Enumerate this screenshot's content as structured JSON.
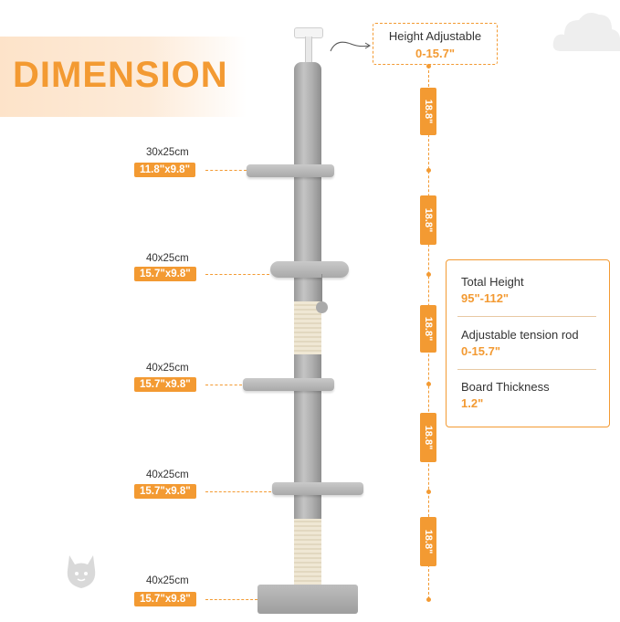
{
  "title": "DIMENSION",
  "height_adjustable": {
    "label": "Height Adjustable",
    "value": "0-15.7\""
  },
  "segments": [
    "18.8\"",
    "18.8\"",
    "18.8\"",
    "18.8\"",
    "18.8\""
  ],
  "platforms": [
    {
      "cm": "30x25cm",
      "inches": "11.8\"x9.8\""
    },
    {
      "cm": "40x25cm",
      "inches": "15.7\"x9.8\""
    },
    {
      "cm": "40x25cm",
      "inches": "15.7\"x9.8\""
    },
    {
      "cm": "40x25cm",
      "inches": "15.7\"x9.8\""
    },
    {
      "cm": "40x25cm",
      "inches": "15.7\"x9.8\""
    }
  ],
  "specs": [
    {
      "label": "Total Height",
      "value": "95\"-112\""
    },
    {
      "label": "Adjustable tension rod",
      "value": "0-15.7\""
    },
    {
      "label": "Board Thickness",
      "value": "1.2\""
    }
  ],
  "colors": {
    "accent": "#f39a32",
    "text": "#333333",
    "post": "#b0b0b0",
    "sisal": "#efe7d4"
  },
  "icons": [
    "cloud-icon",
    "cat-logo-icon",
    "curved-arrow-icon"
  ]
}
